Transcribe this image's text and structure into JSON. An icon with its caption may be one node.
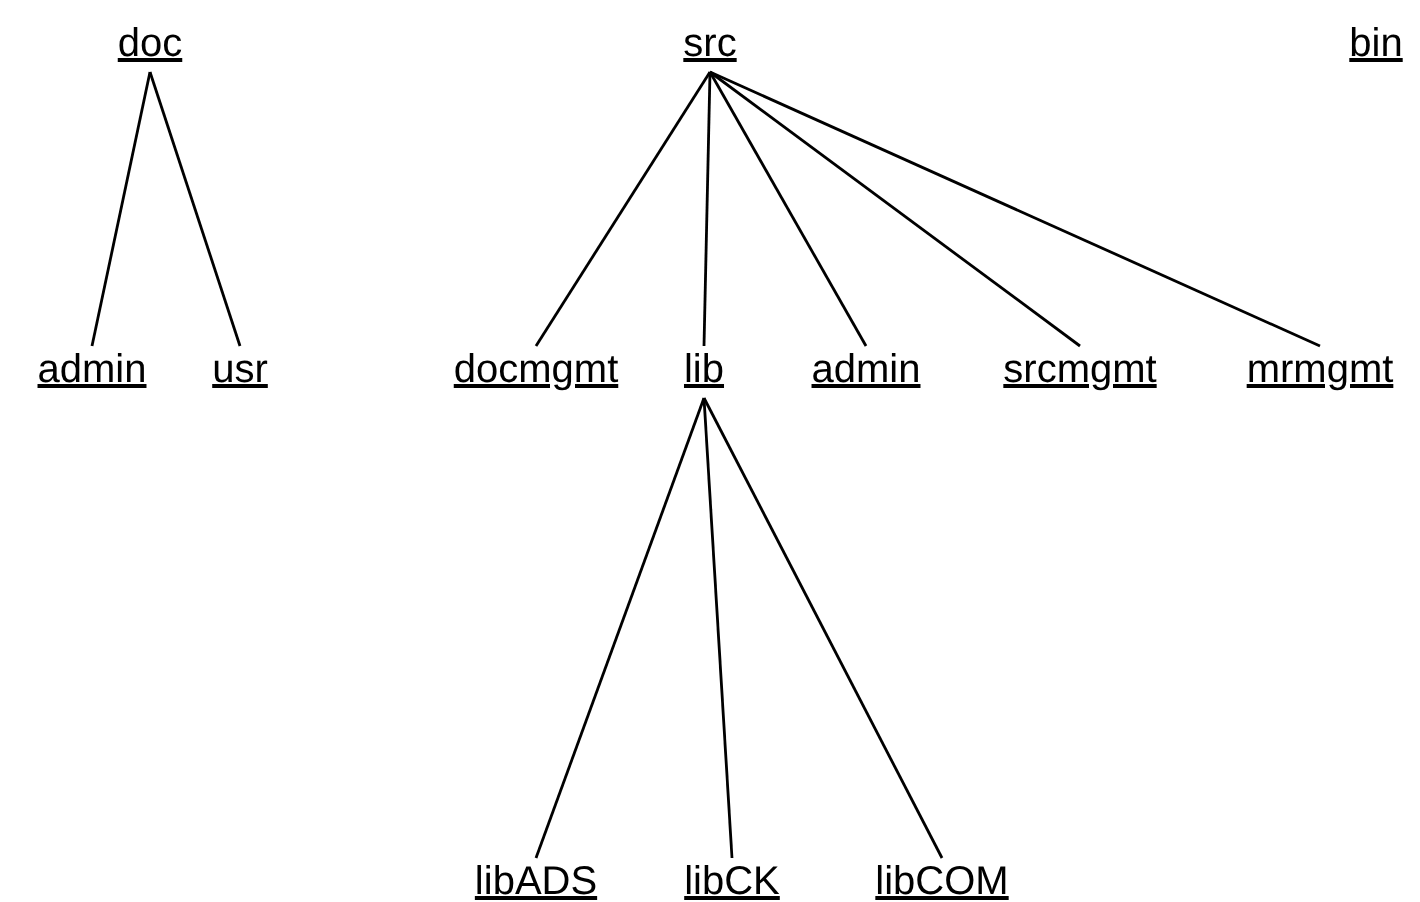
{
  "diagram": {
    "nodes": [
      {
        "text": [
          "doc"
        ]
      },
      {
        "text": [
          "src"
        ]
      },
      {
        "text": [
          "bin"
        ]
      },
      {
        "text": [
          "admin"
        ]
      },
      {
        "text": [
          "usr"
        ]
      },
      {
        "text": [
          "docmgmt"
        ]
      },
      {
        "text": [
          "lib"
        ]
      },
      {
        "text": [
          "admin"
        ]
      },
      {
        "text": [
          "srcmgmt"
        ]
      },
      {
        "text": [
          "mrmgmt"
        ]
      },
      {
        "text": [
          "libADS"
        ]
      },
      {
        "text": [
          "libCK"
        ]
      },
      {
        "text": [
          "libCOM"
        ]
      }
    ],
    "edges": [
      {
        "from": 0,
        "to": 3,
        "arrow": "none"
      },
      {
        "from": 0,
        "to": 4,
        "arrow": "none"
      },
      {
        "from": 1,
        "to": 5,
        "arrow": "none"
      },
      {
        "from": 1,
        "to": 6,
        "arrow": "none"
      },
      {
        "from": 1,
        "to": 7,
        "arrow": "none"
      },
      {
        "from": 1,
        "to": 8,
        "arrow": "none"
      },
      {
        "from": 1,
        "to": 9,
        "arrow": "none"
      },
      {
        "from": 6,
        "to": 10,
        "arrow": "none"
      },
      {
        "from": 6,
        "to": 11,
        "arrow": "none"
      },
      {
        "from": 6,
        "to": 12,
        "arrow": "none"
      }
    ]
  }
}
